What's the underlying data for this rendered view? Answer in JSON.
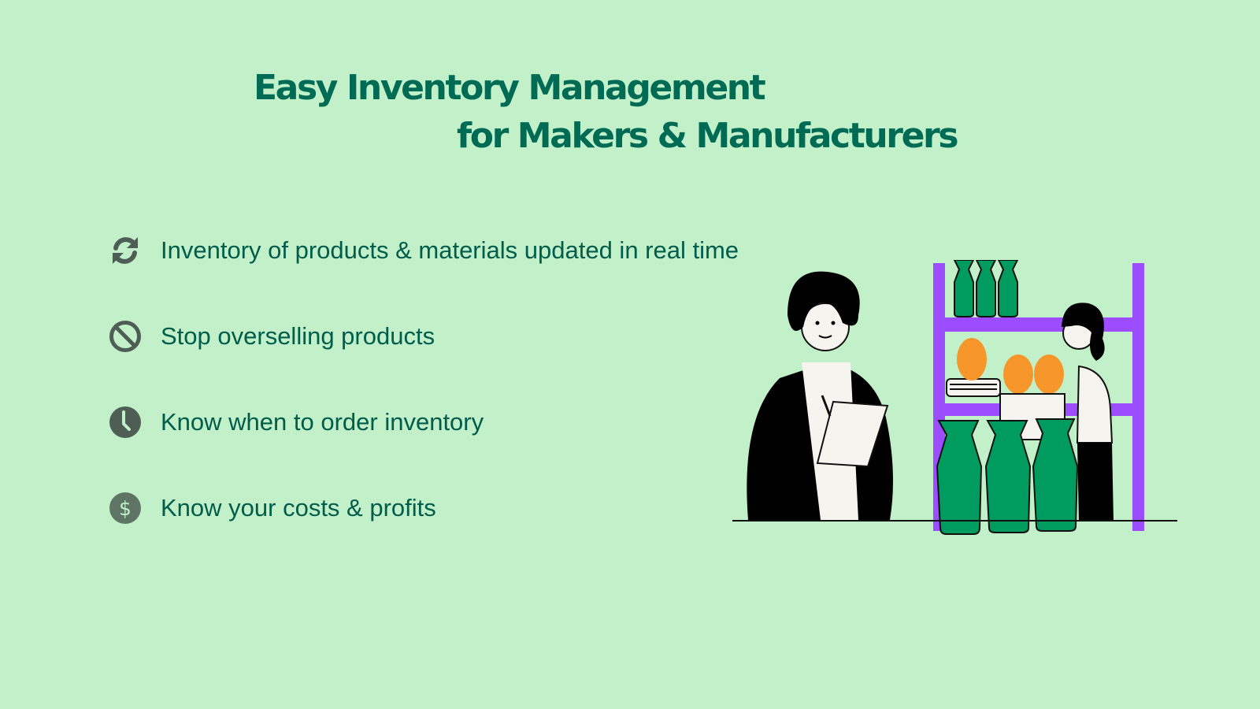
{
  "title": {
    "line1": "Easy Inventory Management",
    "line2": "for Makers & Manufacturers"
  },
  "features": [
    {
      "icon": "sync-icon",
      "label": "Inventory of products & materials updated in real time"
    },
    {
      "icon": "ban-icon",
      "label": "Stop overselling products"
    },
    {
      "icon": "clock-icon",
      "label": "Know when to order inventory"
    },
    {
      "icon": "dollar-icon",
      "label": "Know your costs & profits"
    }
  ],
  "illustration": {
    "description": "two people taking inventory beside a purple shelf with green vases and orange pots"
  },
  "colors": {
    "background": "#c2f0c8",
    "title": "#006b54",
    "text": "#005c4b",
    "icon": "#4f5e54",
    "shelf": "#9b4dff",
    "vase": "#009b5e",
    "pot": "#f7962a"
  }
}
